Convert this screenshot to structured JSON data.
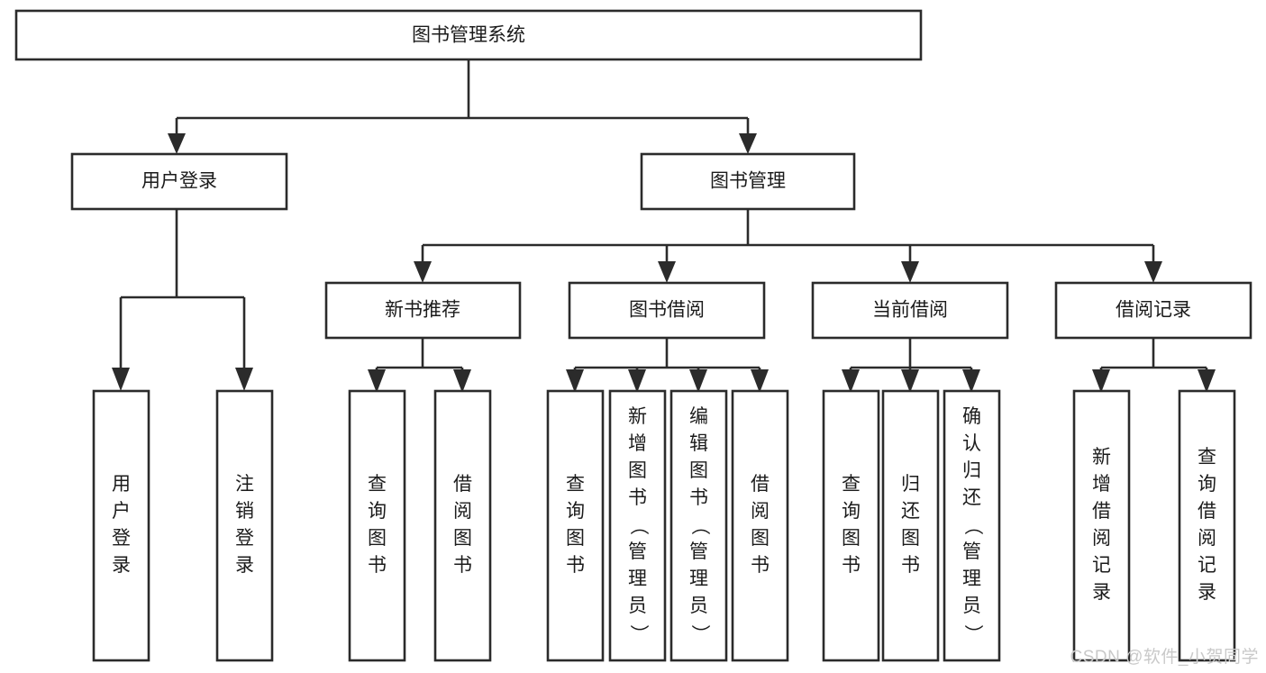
{
  "diagram": {
    "title": "图书管理系统",
    "type": "tree-hierarchy-chart",
    "orientation": "top-down",
    "colors": {
      "box_stroke": "#2b2b2b",
      "box_fill": "#ffffff",
      "connector": "#2b2b2b",
      "text": "#1b1b1b",
      "background": "#ffffff",
      "watermark": "#c9c9c9"
    },
    "nodes": {
      "root": {
        "label": "图书管理系统",
        "orientation": "horizontal"
      },
      "level2": [
        {
          "label": "用户登录",
          "orientation": "horizontal"
        },
        {
          "label": "图书管理",
          "orientation": "horizontal"
        }
      ],
      "level3": [
        {
          "label": "新书推荐",
          "orientation": "horizontal"
        },
        {
          "label": "图书借阅",
          "orientation": "horizontal"
        },
        {
          "label": "当前借阅",
          "orientation": "horizontal"
        },
        {
          "label": "借阅记录",
          "orientation": "horizontal"
        }
      ],
      "leaves": [
        {
          "label": "用户登录",
          "orientation": "vertical",
          "parent": "用户登录"
        },
        {
          "label": "注销登录",
          "orientation": "vertical",
          "parent": "用户登录"
        },
        {
          "label": "查询图书",
          "orientation": "vertical",
          "parent": "新书推荐"
        },
        {
          "label": "借阅图书",
          "orientation": "vertical",
          "parent": "新书推荐"
        },
        {
          "label": "查询图书",
          "orientation": "vertical",
          "parent": "图书借阅"
        },
        {
          "label": "新增图书（管理员）",
          "orientation": "vertical",
          "parent": "图书借阅"
        },
        {
          "label": "编辑图书（管理员）",
          "orientation": "vertical",
          "parent": "图书借阅"
        },
        {
          "label": "借阅图书",
          "orientation": "vertical",
          "parent": "图书借阅"
        },
        {
          "label": "查询图书",
          "orientation": "vertical",
          "parent": "当前借阅"
        },
        {
          "label": "归还图书",
          "orientation": "vertical",
          "parent": "当前借阅"
        },
        {
          "label": "确认归还（管理员）",
          "orientation": "vertical",
          "parent": "当前借阅"
        },
        {
          "label": "新增借阅记录",
          "orientation": "vertical",
          "parent": "借阅记录"
        },
        {
          "label": "查询借阅记录",
          "orientation": "vertical",
          "parent": "借阅记录"
        }
      ]
    }
  },
  "watermark": {
    "text": "CSDN @软件_小贺同学"
  }
}
